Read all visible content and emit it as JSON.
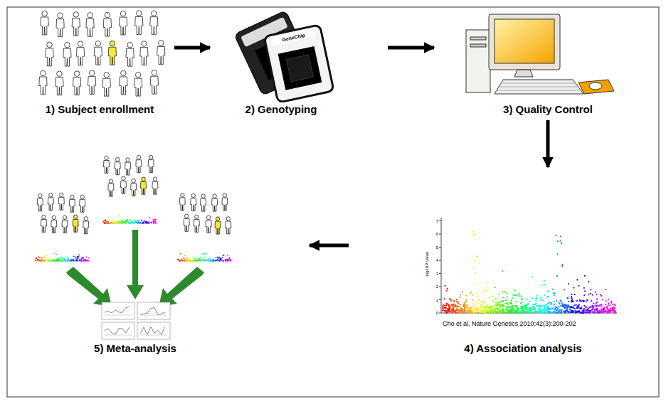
{
  "diagram": {
    "nodes": [
      {
        "text": [
          "1) Subject enrollment"
        ]
      },
      {
        "text": [
          "2) Genotyping"
        ]
      },
      {
        "text": [
          "3) Quality Control"
        ]
      },
      {
        "text": [
          "4) Association analysis"
        ]
      },
      {
        "text": [
          "5) Meta-analysis"
        ]
      }
    ],
    "edges": [
      {
        "from": 0,
        "to": 1,
        "arrow": "to"
      },
      {
        "from": 1,
        "to": 2,
        "arrow": "to"
      },
      {
        "from": 2,
        "to": 3,
        "arrow": "to"
      },
      {
        "from": 3,
        "to": 4,
        "arrow": "to"
      }
    ],
    "labels": [
      "Cho et al, Nature Genetics 2010;42(3):200-202",
      "-log10P value",
      "7",
      "6",
      "5",
      "4",
      "3",
      "2",
      "1",
      "0",
      "GeneChip"
    ]
  }
}
